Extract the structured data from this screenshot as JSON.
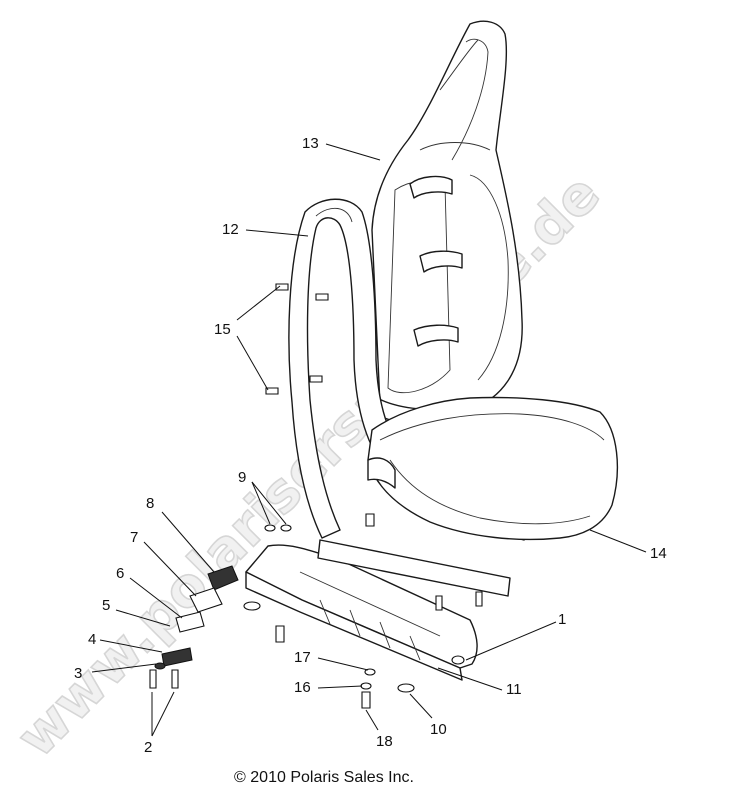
{
  "diagram": {
    "watermark": "www.polarisersatzteile.de",
    "copyright": "© 2010 Polaris Sales Inc.",
    "callouts": [
      "1",
      "2",
      "3",
      "4",
      "5",
      "6",
      "7",
      "8",
      "9",
      "10",
      "11",
      "12",
      "13",
      "14",
      "15",
      "16",
      "17",
      "18"
    ]
  }
}
